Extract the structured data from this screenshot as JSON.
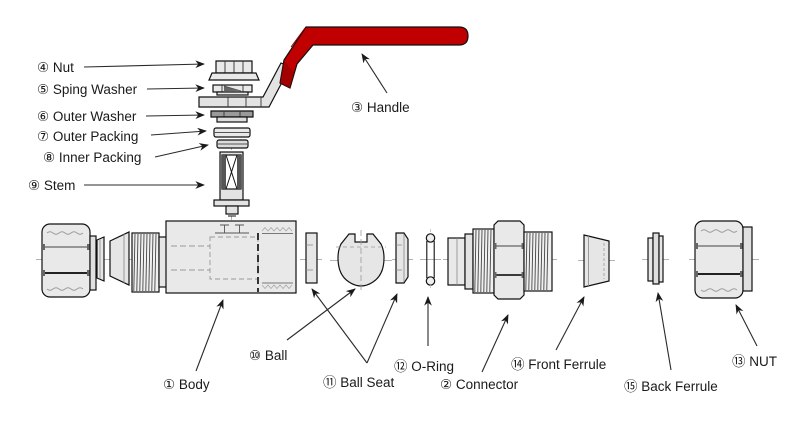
{
  "labels": {
    "body": "① Body",
    "connector": "② Connector",
    "handle": "③ Handle",
    "nut": "④ Nut",
    "sping_washer": "⑤ Sping Washer",
    "outer_washer": "⑥ Outer Washer",
    "outer_packing": "⑦ Outer Packing",
    "inner_packing": "⑧ Inner Packing",
    "stem": "⑨ Stem",
    "ball": "⑩ Ball",
    "ball_seat": "⑪ Ball Seat",
    "o_ring": "⑫ O-Ring",
    "big_nut": "⑬ NUT",
    "front_ferrule": "⑭ Front Ferrule",
    "back_ferrule": "⑮ Back Ferrule"
  },
  "colors": {
    "handle_red": "#C00000",
    "handle_red_dark": "#8B0000",
    "part_fill": "#E9E9E9",
    "part_fill_light": "#F0F0F0",
    "washer_dark": "#9A9A9A",
    "metal_dark": "#666666",
    "outline": "#1A1A1A"
  }
}
